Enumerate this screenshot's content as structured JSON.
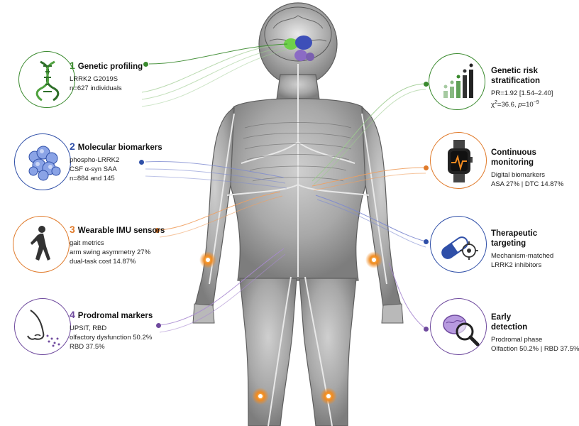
{
  "colors": {
    "green": "#3a8a2e",
    "blue": "#2f4fa8",
    "orange": "#e07a2a",
    "purple": "#6f4a9e",
    "skin": "#8a8a8a"
  },
  "left_panels": [
    {
      "number": "1",
      "title": "Genetic profiling",
      "lines": [
        "LRRK2 G2019S",
        "n=627 individuals"
      ],
      "icon": "dna-icon",
      "color": "green"
    },
    {
      "number": "2",
      "title": "Molecular biomarkers",
      "lines": [
        "phospho-LRRK2",
        "CSF α-syn SAA",
        "n=884 and 145"
      ],
      "icon": "protein-icon",
      "color": "blue"
    },
    {
      "number": "3",
      "title": "Wearable IMU sensors",
      "lines": [
        "gait metrics",
        "arm swing asymmetry 27%",
        "dual-task cost 14.87%"
      ],
      "icon": "walking-person-icon",
      "color": "orange"
    },
    {
      "number": "4",
      "title": "Prodromal markers",
      "lines": [
        "UPSIT, RBD",
        "olfactory dysfunction 50.2%",
        "RBD 37.5%"
      ],
      "icon": "nose-icon",
      "color": "purple"
    }
  ],
  "right_panels": [
    {
      "title_lines": [
        "Genetic risk",
        "stratification"
      ],
      "lines": [
        "PR=1.92 [1.54–2.40]"
      ],
      "chi": {
        "prefix": "χ",
        "sup": "2",
        "mid": "=36.6, ",
        "p": "p",
        "eq": "=10",
        "exp": "−9"
      },
      "icon": "bar-chart-icon",
      "color": "green"
    },
    {
      "title_lines": [
        "Continuous",
        "monitoring"
      ],
      "lines": [
        "Digital biomarkers",
        "ASA 27% | DTC 14.87%"
      ],
      "icon": "smartwatch-icon",
      "color": "orange"
    },
    {
      "title_lines": [
        "Therapeutic",
        "targeting"
      ],
      "lines": [
        "Mechanism-matched",
        "LRRK2 inhibitors"
      ],
      "icon": "pill-target-icon",
      "color": "blue"
    },
    {
      "title_lines": [
        "Early",
        "detection"
      ],
      "lines": [
        "Prodromal phase",
        "Olfaction 50.2% | RBD 37.5%"
      ],
      "icon": "brain-magnifier-icon",
      "color": "purple"
    }
  ]
}
